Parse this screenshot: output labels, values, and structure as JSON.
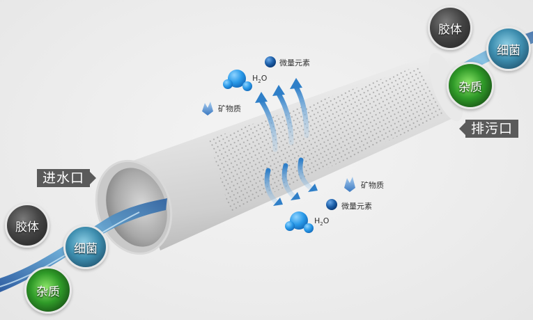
{
  "inlet": {
    "label": "进水口"
  },
  "outlet": {
    "label": "排污口"
  },
  "inlet_contaminants": [
    {
      "label": "胶体",
      "type": "colloid"
    },
    {
      "label": "细菌",
      "type": "bacteria"
    },
    {
      "label": "杂质",
      "type": "impurity"
    }
  ],
  "outlet_contaminants": [
    {
      "label": "胶体",
      "type": "colloid"
    },
    {
      "label": "细菌",
      "type": "bacteria"
    },
    {
      "label": "杂质",
      "type": "impurity"
    }
  ],
  "upper_outputs": {
    "trace": "微量元素",
    "water_main": "H",
    "water_sub": "2",
    "water_end": "O",
    "mineral": "矿物质"
  },
  "lower_outputs": {
    "mineral": "矿物质",
    "trace": "微量元素",
    "water_main": "H",
    "water_sub": "2",
    "water_end": "O"
  },
  "colors": {
    "tag_bg": "#5a5a5a",
    "arrow_blue": "#2f7fc8",
    "molecule_blue": "#2a9ae8",
    "trace_dark_blue": "#1d5fa8"
  }
}
